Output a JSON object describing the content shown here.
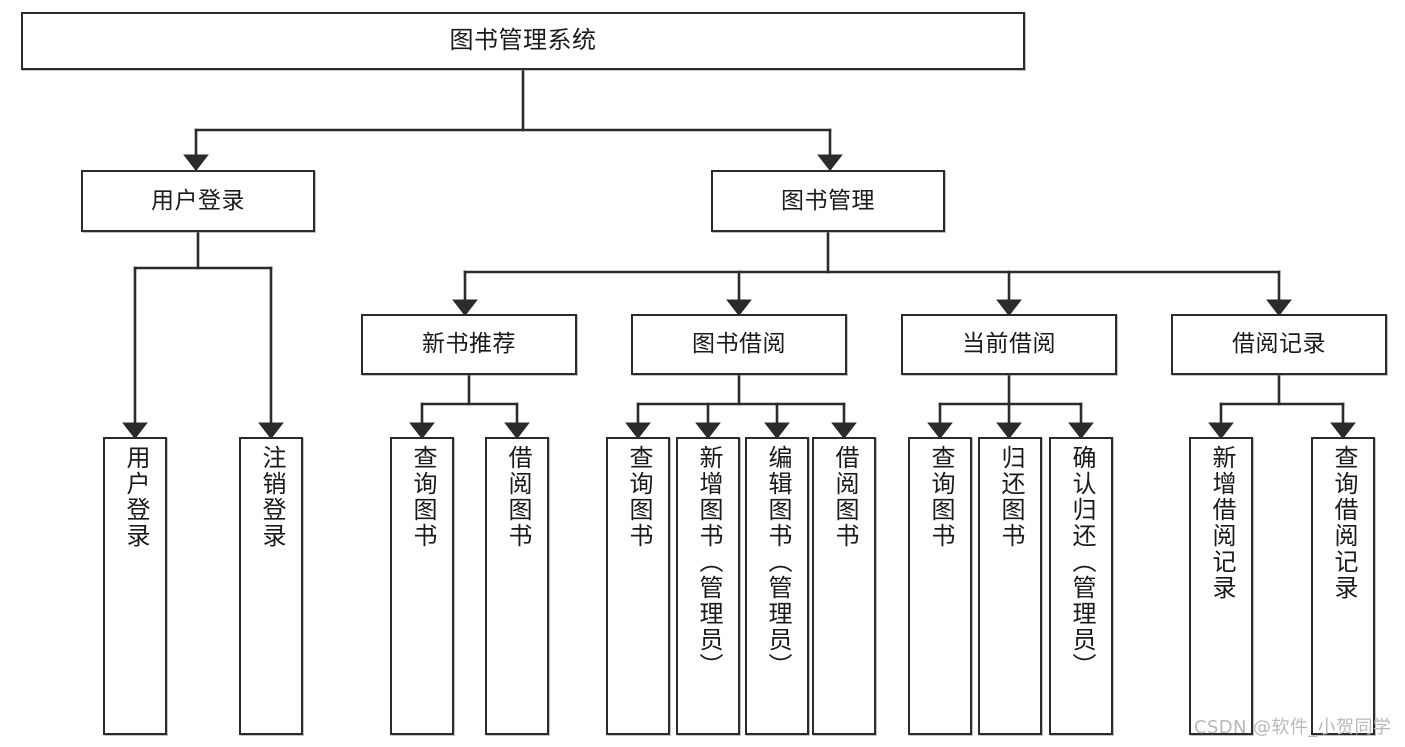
{
  "diagram": {
    "type": "tree-hierarchy-chart",
    "title": "图书管理系统",
    "edge_color": "#2b2b2b",
    "box_border_color": "#2b2b2b",
    "background_color": "#ffffff",
    "text_color": "#1a1a1a"
  },
  "nodes": {
    "root": {
      "label": "图书管理系统"
    },
    "level2": [
      {
        "label": "用户登录"
      },
      {
        "label": "图书管理"
      }
    ],
    "level3": [
      {
        "label": "新书推荐"
      },
      {
        "label": "图书借阅"
      },
      {
        "label": "当前借阅"
      },
      {
        "label": "借阅记录"
      }
    ],
    "leaves": {
      "user_login": [
        {
          "label": "用户登录"
        },
        {
          "label": "注销登录"
        }
      ],
      "new_book_recommend": [
        {
          "label": "查询图书"
        },
        {
          "label": "借阅图书"
        }
      ],
      "book_borrow": [
        {
          "label": "查询图书"
        },
        {
          "label": "新增图书（管理员）"
        },
        {
          "label": "编辑图书（管理员）"
        },
        {
          "label": "借阅图书"
        }
      ],
      "current_borrow": [
        {
          "label": "查询图书"
        },
        {
          "label": "归还图书"
        },
        {
          "label": "确认归还（管理员）"
        }
      ],
      "borrow_record": [
        {
          "label": "新增借阅记录"
        },
        {
          "label": "查询借阅记录"
        }
      ]
    }
  },
  "watermark": {
    "text": "CSDN @软件_小贺同学"
  }
}
